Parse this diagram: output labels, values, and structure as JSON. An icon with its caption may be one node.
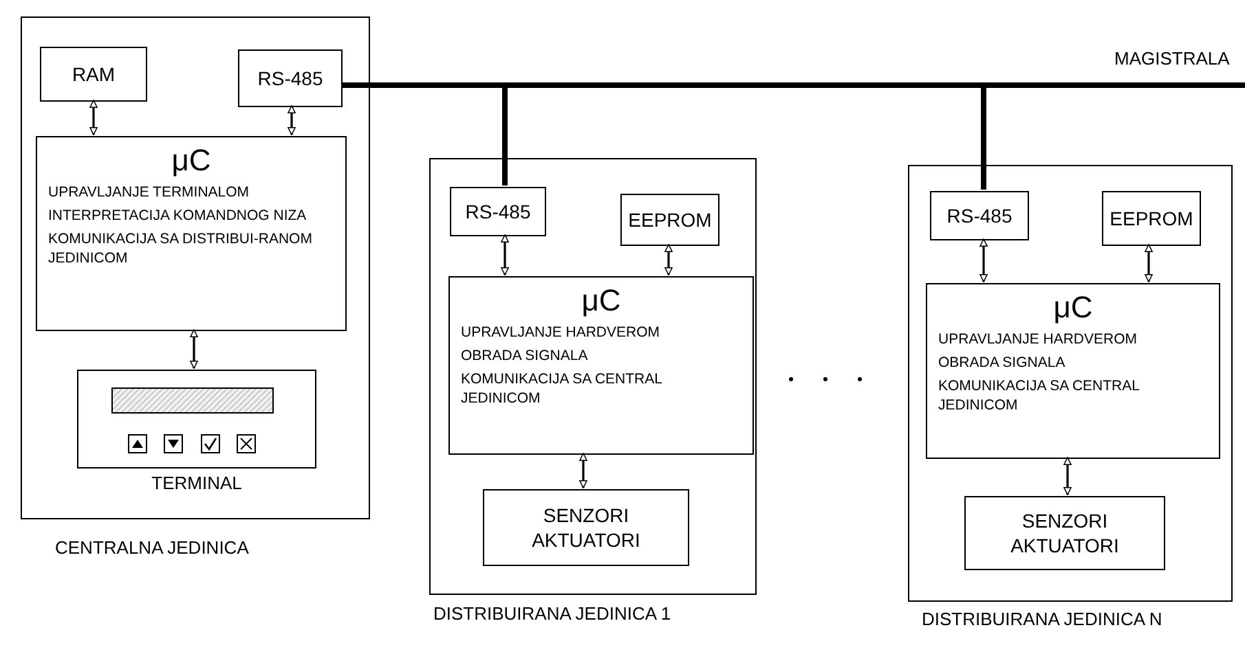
{
  "diagram": {
    "nodes": [
      {
        "text": [],
        "shape": "box",
        "beside": [
          "CENTRALNA JEDINICA"
        ]
      },
      {
        "text": [
          "RAM"
        ],
        "in": 0
      },
      {
        "text": [
          "RS-485"
        ],
        "in": 0
      },
      {
        "text": [
          "μC",
          "UPRAVLJANJE TERMINALOM",
          "INTERPRETACIJA KOMANDNOG NIZA",
          "KOMUNIKACIJA SA DISTRIBUI-RANOM JEDINICOM"
        ],
        "in": 0
      },
      {
        "text": [
          "TERMINAL"
        ],
        "in": 0
      },
      {
        "text": [],
        "shape": "box",
        "beside": [
          "DISTRIBUIRANA JEDINICA 1"
        ]
      },
      {
        "text": [
          "RS-485"
        ],
        "in": 5
      },
      {
        "text": [
          "EEPROM"
        ],
        "in": 5
      },
      {
        "text": [
          "μC",
          "UPRAVLJANJE HARDVEROM",
          "OBRADA SIGNALA",
          "KOMUNIKACIJA SA CENTRAL JEDINICOM"
        ],
        "in": 5
      },
      {
        "text": [
          "SENZORI AKTUATORI"
        ],
        "in": 5
      },
      {
        "text": [],
        "shape": "box",
        "beside": [
          "DISTRIBUIRANA JEDINICA N"
        ]
      },
      {
        "text": [
          "RS-485"
        ],
        "in": 10
      },
      {
        "text": [
          "EEPROM"
        ],
        "in": 10
      },
      {
        "text": [
          "μC",
          "UPRAVLJANJE HARDVEROM",
          "OBRADA SIGNALA",
          "KOMUNIKACIJA SA CENTRAL JEDINICOM"
        ],
        "in": 10
      },
      {
        "text": [
          "SENZORI AKTUATORI"
        ],
        "in": 10
      },
      {
        "text": [],
        "shape": "bar",
        "beside": [
          "MAGISTRALA"
        ]
      }
    ],
    "edges": [
      {
        "from": 1,
        "to": 3,
        "arrow": "both"
      },
      {
        "from": 2,
        "to": 3,
        "arrow": "both"
      },
      {
        "from": 3,
        "to": 4,
        "arrow": "both"
      },
      {
        "from": 2,
        "to": 15,
        "arrow": "none",
        "style": "thick"
      },
      {
        "from": 6,
        "to": 15,
        "arrow": "none",
        "style": "thick"
      },
      {
        "from": 6,
        "to": 8,
        "arrow": "both"
      },
      {
        "from": 7,
        "to": 8,
        "arrow": "both"
      },
      {
        "from": 8,
        "to": 9,
        "arrow": "both"
      },
      {
        "from": 11,
        "to": 15,
        "arrow": "none",
        "style": "thick"
      },
      {
        "from": 11,
        "to": 13,
        "arrow": "both"
      },
      {
        "from": 12,
        "to": 13,
        "arrow": "both"
      },
      {
        "from": 13,
        "to": 14,
        "arrow": "both"
      }
    ]
  }
}
